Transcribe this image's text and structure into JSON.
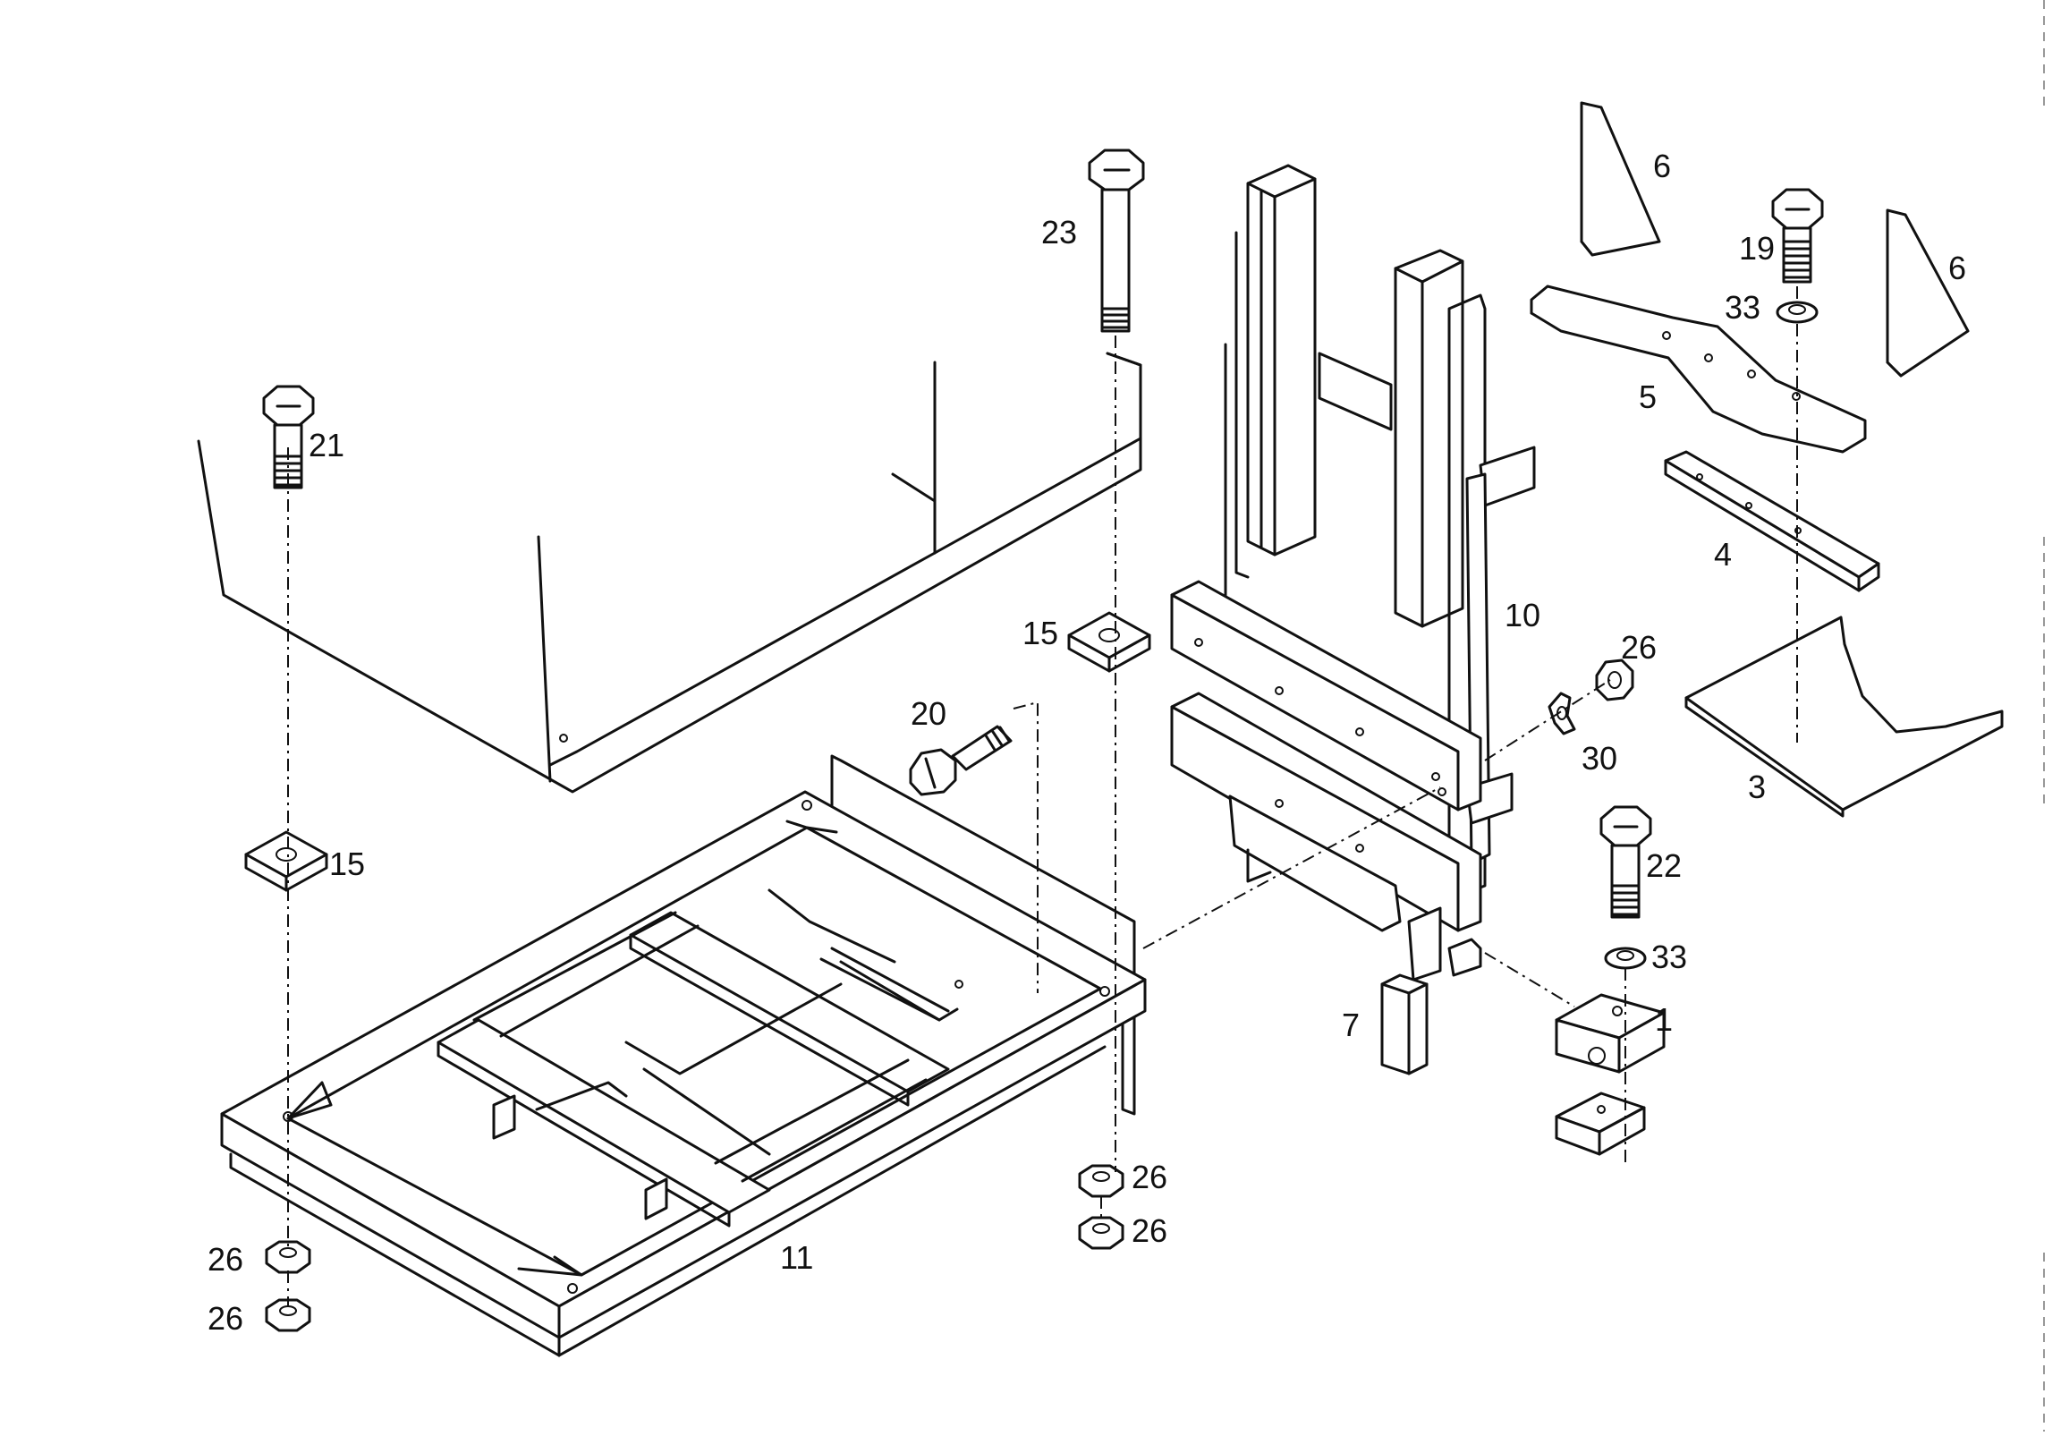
{
  "diagram": {
    "callouts": {
      "p1": "1",
      "p3": "3",
      "p4": "4",
      "p5": "5",
      "p6a": "6",
      "p6b": "6",
      "p7": "7",
      "p10": "10",
      "p11": "11",
      "p15a": "15",
      "p15b": "15",
      "p19": "19",
      "p20": "20",
      "p21": "21",
      "p22": "22",
      "p23": "23",
      "p26a": "26",
      "p26b": "26",
      "p26c": "26",
      "p26d": "26",
      "p26e": "26",
      "p30": "30",
      "p33a": "33",
      "p33b": "33"
    }
  }
}
